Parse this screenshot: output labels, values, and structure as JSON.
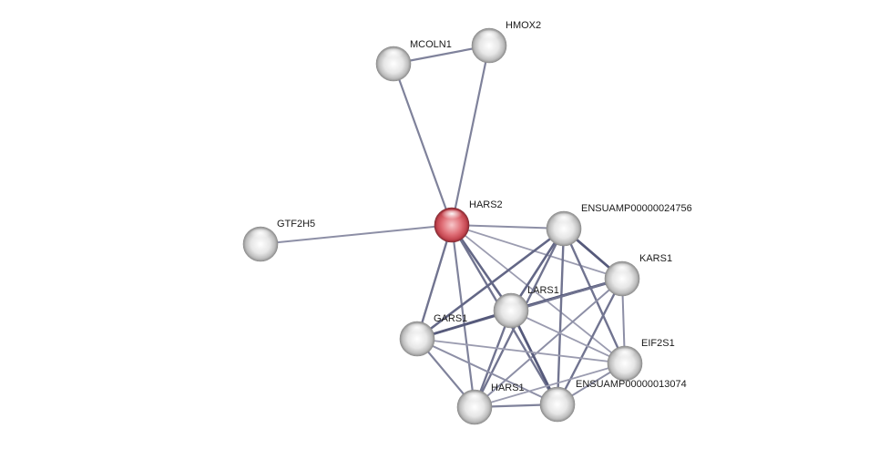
{
  "network": {
    "nodes": [
      {
        "id": "MCOLN1",
        "label": "MCOLN1",
        "query": false
      },
      {
        "id": "HMOX2",
        "label": "HMOX2",
        "query": false
      },
      {
        "id": "HARS2",
        "label": "HARS2",
        "query": true
      },
      {
        "id": "GTF2H5",
        "label": "GTF2H5",
        "query": false
      },
      {
        "id": "ENSUAMP00000024756",
        "label": "ENSUAMP00000024756",
        "query": false
      },
      {
        "id": "KARS1",
        "label": "KARS1",
        "query": false
      },
      {
        "id": "LARS1",
        "label": "LARS1",
        "query": false
      },
      {
        "id": "GARS1",
        "label": "GARS1",
        "query": false
      },
      {
        "id": "EIF2S1",
        "label": "EIF2S1",
        "query": false
      },
      {
        "id": "HARS1",
        "label": "HARS1",
        "query": false
      },
      {
        "id": "ENSUAMP00000013074",
        "label": "ENSUAMP00000013074",
        "query": false
      }
    ],
    "edges": [
      {
        "source": "MCOLN1",
        "target": "HMOX2",
        "strength": 0.5
      },
      {
        "source": "MCOLN1",
        "target": "HARS2",
        "strength": 0.5
      },
      {
        "source": "HMOX2",
        "target": "HARS2",
        "strength": 0.5
      },
      {
        "source": "GTF2H5",
        "target": "HARS2",
        "strength": 0.4
      },
      {
        "source": "HARS2",
        "target": "ENSUAMP00000024756",
        "strength": 0.4
      },
      {
        "source": "HARS2",
        "target": "KARS1",
        "strength": 0.3
      },
      {
        "source": "HARS2",
        "target": "LARS1",
        "strength": 0.7
      },
      {
        "source": "HARS2",
        "target": "GARS1",
        "strength": 0.6
      },
      {
        "source": "HARS2",
        "target": "EIF2S1",
        "strength": 0.3
      },
      {
        "source": "HARS2",
        "target": "HARS1",
        "strength": 0.5
      },
      {
        "source": "HARS2",
        "target": "ENSUAMP00000013074",
        "strength": 0.6
      },
      {
        "source": "ENSUAMP00000024756",
        "target": "KARS1",
        "strength": 0.8
      },
      {
        "source": "ENSUAMP00000024756",
        "target": "LARS1",
        "strength": 0.7
      },
      {
        "source": "ENSUAMP00000024756",
        "target": "GARS1",
        "strength": 0.7
      },
      {
        "source": "ENSUAMP00000024756",
        "target": "EIF2S1",
        "strength": 0.6
      },
      {
        "source": "ENSUAMP00000024756",
        "target": "HARS1",
        "strength": 0.6
      },
      {
        "source": "ENSUAMP00000024756",
        "target": "ENSUAMP00000013074",
        "strength": 0.6
      },
      {
        "source": "KARS1",
        "target": "LARS1",
        "strength": 0.9
      },
      {
        "source": "KARS1",
        "target": "GARS1",
        "strength": 0.6
      },
      {
        "source": "KARS1",
        "target": "EIF2S1",
        "strength": 0.4
      },
      {
        "source": "KARS1",
        "target": "HARS1",
        "strength": 0.4
      },
      {
        "source": "KARS1",
        "target": "ENSUAMP00000013074",
        "strength": 0.6
      },
      {
        "source": "LARS1",
        "target": "GARS1",
        "strength": 0.8
      },
      {
        "source": "LARS1",
        "target": "HARS1",
        "strength": 0.6
      },
      {
        "source": "LARS1",
        "target": "ENSUAMP00000013074",
        "strength": 0.8
      },
      {
        "source": "LARS1",
        "target": "EIF2S1",
        "strength": 0.3
      },
      {
        "source": "GARS1",
        "target": "HARS1",
        "strength": 0.5
      },
      {
        "source": "GARS1",
        "target": "ENSUAMP00000013074",
        "strength": 0.4
      },
      {
        "source": "GARS1",
        "target": "EIF2S1",
        "strength": 0.3
      },
      {
        "source": "EIF2S1",
        "target": "HARS1",
        "strength": 0.3
      },
      {
        "source": "EIF2S1",
        "target": "ENSUAMP00000013074",
        "strength": 0.4
      },
      {
        "source": "HARS1",
        "target": "ENSUAMP00000013074",
        "strength": 0.5
      }
    ]
  },
  "colors": {
    "query_node": "#d9636b",
    "node": "#e3e3e3",
    "edge_weak": "#c4c4d0",
    "edge_strong": "#3a3f66",
    "label": "#1a1a1a"
  }
}
